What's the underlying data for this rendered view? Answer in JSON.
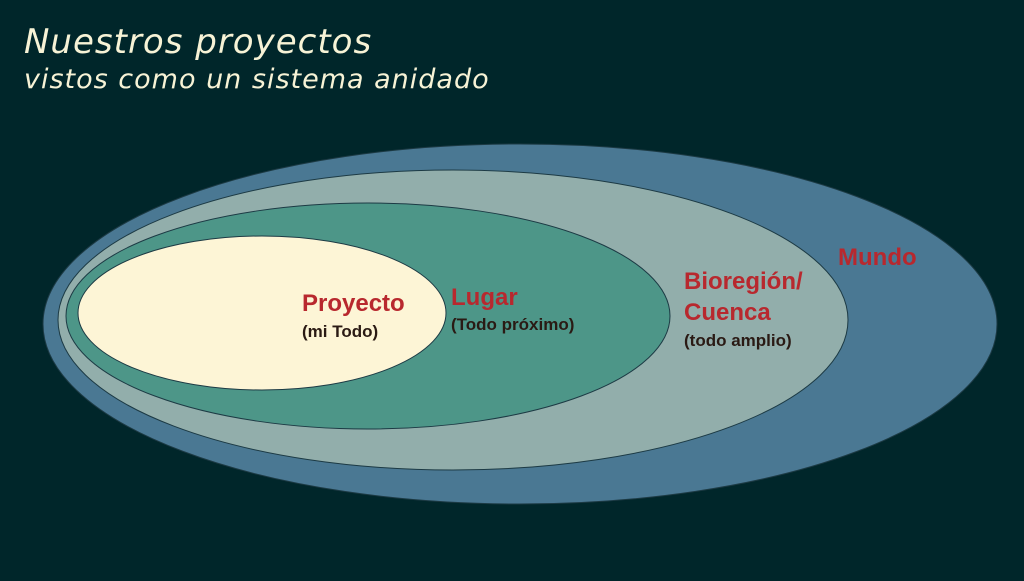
{
  "header": {
    "title": "Nuestros proyectos",
    "subtitle": "vistos como un sistema anidado"
  },
  "colors": {
    "background": "#00262a",
    "mundo": "#4a7893",
    "bioregion": "#92aeab",
    "lugar": "#4d9688",
    "proyecto": "#fdf5d6",
    "label_red": "#b8282e",
    "label_dark": "#2a1a14"
  },
  "levels": [
    {
      "id": "mundo",
      "name": "Mundo",
      "note": ""
    },
    {
      "id": "bioregion",
      "name_line1": "Bioregión/",
      "name_line2": "Cuenca",
      "note": "(todo amplio)"
    },
    {
      "id": "lugar",
      "name": "Lugar",
      "note": "(Todo próximo)"
    },
    {
      "id": "proyecto",
      "name": "Proyecto",
      "note": "(mi Todo)"
    }
  ]
}
